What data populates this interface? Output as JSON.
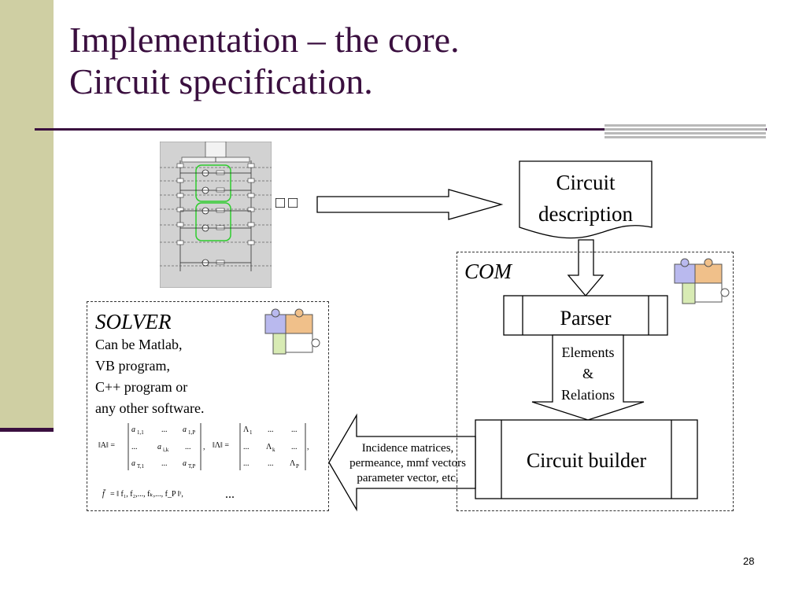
{
  "slide": {
    "title_line1": "Implementation – the core.",
    "title_line2": "Circuit specification.",
    "page_number": "28"
  },
  "diagram": {
    "circuit_description": "Circuit description",
    "com_label": "COM",
    "parser_label": "Parser",
    "circuit_builder_label": "Circuit builder",
    "elements_relations": [
      "Elements",
      "&",
      "Relations"
    ],
    "incidence_text": [
      "Incidence matrices,",
      "permeance, mmf vectors",
      "parameter vector, etc."
    ],
    "arrow_glyphs": "□□"
  },
  "solver": {
    "title": "SOLVER",
    "description": [
      "Can be Matlab,",
      "VB program,",
      "C++ program or",
      "any other software."
    ],
    "ellipsis": "..."
  },
  "colors": {
    "title_purple": "#3a0f3f",
    "left_bar_olive": "#cfcfa3",
    "circuit_green": "#2ecc2e",
    "puzzle_blue": "#b9b9ee",
    "puzzle_orange": "#f0c08a",
    "puzzle_green": "#d8ebb4"
  }
}
